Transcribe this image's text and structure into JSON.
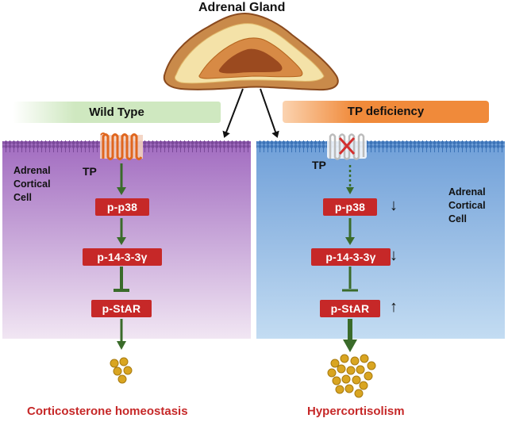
{
  "title": "Adrenal Gland",
  "left": {
    "banner": "Wild Type",
    "cell_label_lines": [
      "Adrenal",
      "Cortical",
      "Cell"
    ],
    "receptor": "TP",
    "steps": [
      "p-p38",
      "p-14-3-3γ",
      "p-StAR"
    ],
    "outcome": "Corticosterone homeostasis"
  },
  "right": {
    "banner": "TP deficiency",
    "cell_label_lines": [
      "Adrenal",
      "Cortical",
      "Cell"
    ],
    "receptor": "TP",
    "steps": [
      "p-p38",
      "p-14-3-3γ",
      "p-StAR"
    ],
    "changes": [
      "↓",
      "↓",
      "↑"
    ],
    "outcome": "Hypercortisolism"
  },
  "colors": {
    "left_top": "#a16bc0",
    "left_bottom": "#f1e6f3",
    "right_top": "#6f9fd8",
    "right_bottom": "#c3dcf2",
    "red_box": "#c62828",
    "arrow_green": "#3a6b2a",
    "wt_banner": "#cfe8c0",
    "tp_banner": "#f08a3a",
    "granule": "#d9a521"
  }
}
